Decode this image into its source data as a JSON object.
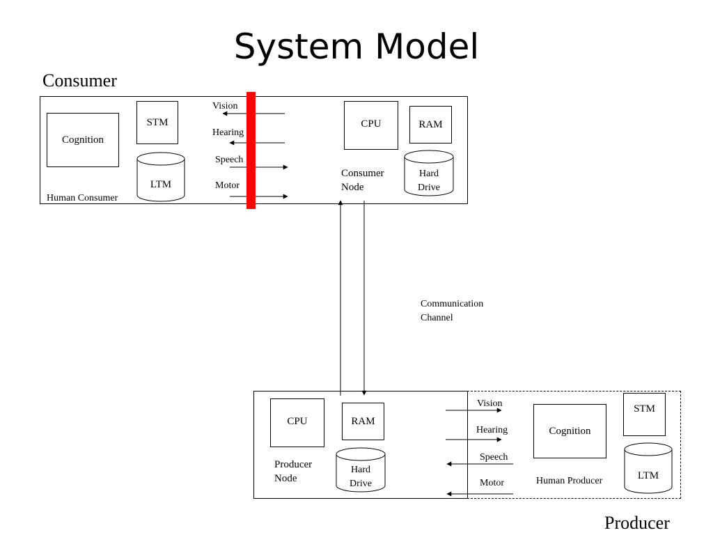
{
  "title": "System Model",
  "consumer": {
    "heading": "Consumer",
    "human_label": "Human Consumer",
    "cognition": "Cognition",
    "stm": "STM",
    "ltm": "LTM",
    "channels": [
      "Vision",
      "Hearing",
      "Speech",
      "Motor"
    ],
    "cpu": "CPU",
    "ram": "RAM",
    "node_label_1": "Consumer",
    "node_label_2": "Node",
    "drive_1": "Hard",
    "drive_2": "Drive",
    "barrier_color": "#ff0000"
  },
  "communication": {
    "line1": "Communication",
    "line2": "Channel"
  },
  "producer": {
    "heading": "Producer",
    "human_label": "Human Producer",
    "cognition": "Cognition",
    "stm": "STM",
    "ltm": "LTM",
    "channels": [
      "Vision",
      "Hearing",
      "Speech",
      "Motor"
    ],
    "cpu": "CPU",
    "ram": "RAM",
    "node_label_1": "Producer",
    "node_label_2": "Node",
    "drive_1": "Hard",
    "drive_2": "Drive"
  }
}
